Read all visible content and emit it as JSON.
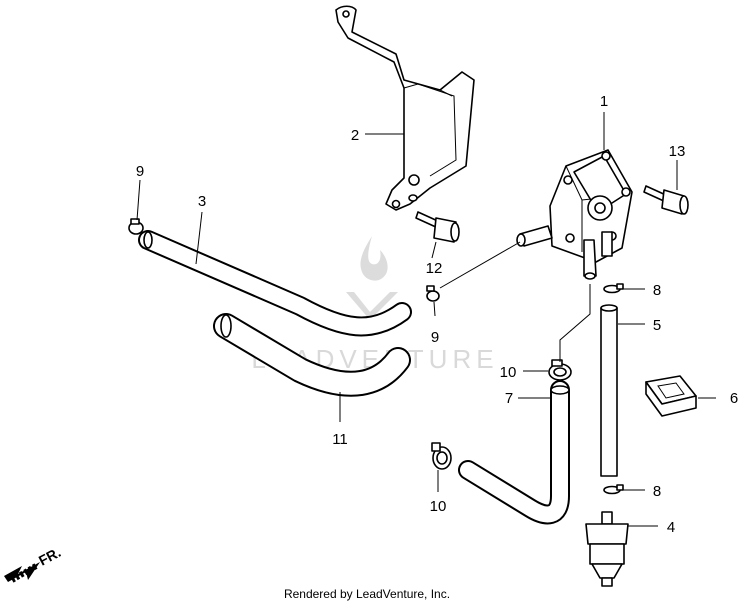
{
  "callouts": {
    "c1": "1",
    "c2": "2",
    "c3": "3",
    "c4": "4",
    "c5": "5",
    "c6": "6",
    "c7": "7",
    "c8a": "8",
    "c8b": "8",
    "c9a": "9",
    "c9b": "9",
    "c10a": "10",
    "c10b": "10",
    "c11": "11",
    "c12": "12",
    "c13": "13"
  },
  "watermark": "LEADVENTURE",
  "direction_label": "FR.",
  "footer": "Rendered by LeadVenture, Inc.",
  "icons": {
    "direction_arrow": "arrow-down-left-icon",
    "watermark_logo": "flame-logo-icon"
  },
  "colors": {
    "line": "#000000",
    "background": "#ffffff",
    "watermark": "#d9d9d9"
  }
}
